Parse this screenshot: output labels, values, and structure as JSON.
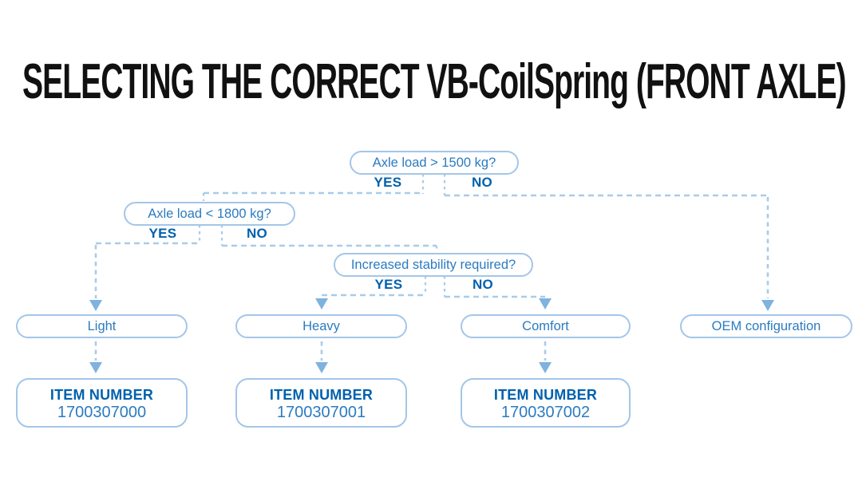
{
  "title": "SELECTING THE CORRECT VB-CoilSpring (FRONT AXLE)",
  "palette": {
    "title_color": "#111111",
    "box_border": "#a3c6e8",
    "box_text": "#2b7bc0",
    "branch_label": "#0061ae",
    "dash": "#a9cce9",
    "arrow": "#7fb2df"
  },
  "flowchart": {
    "decisions": [
      {
        "question": "Axle load > 1500 kg?",
        "yes_label": "YES",
        "no_label": "NO"
      },
      {
        "question": "Axle load < 1800 kg?",
        "yes_label": "YES",
        "no_label": "NO"
      },
      {
        "question": "Increased stability required?",
        "yes_label": "YES",
        "no_label": "NO"
      }
    ],
    "outcomes": [
      {
        "label": "Light"
      },
      {
        "label": "Heavy"
      },
      {
        "label": "Comfort"
      },
      {
        "label": "OEM configuration"
      }
    ],
    "items": [
      {
        "heading": "ITEM NUMBER",
        "number": "1700307000"
      },
      {
        "heading": "ITEM NUMBER",
        "number": "1700307001"
      },
      {
        "heading": "ITEM NUMBER",
        "number": "1700307002"
      }
    ]
  }
}
